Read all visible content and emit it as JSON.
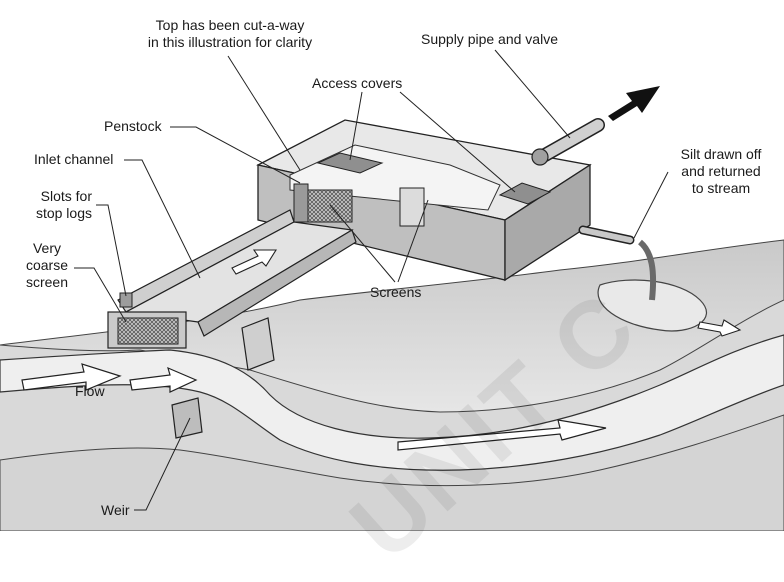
{
  "labels": {
    "top_cutaway": [
      "Top has been cut-a-way",
      "in this illustration for clarity"
    ],
    "supply_pipe": "Supply pipe and valve",
    "access_covers": "Access covers",
    "penstock": "Penstock",
    "inlet_channel": "Inlet channel",
    "slots": [
      "Slots for",
      "stop logs"
    ],
    "coarse_screen": [
      "Very",
      "coarse",
      "screen"
    ],
    "screens": "Screens",
    "silt": [
      "Silt drawn off",
      "and returned",
      "to stream"
    ],
    "flow": "Flow",
    "weir": "Weir"
  },
  "watermark": "UNIT C"
}
